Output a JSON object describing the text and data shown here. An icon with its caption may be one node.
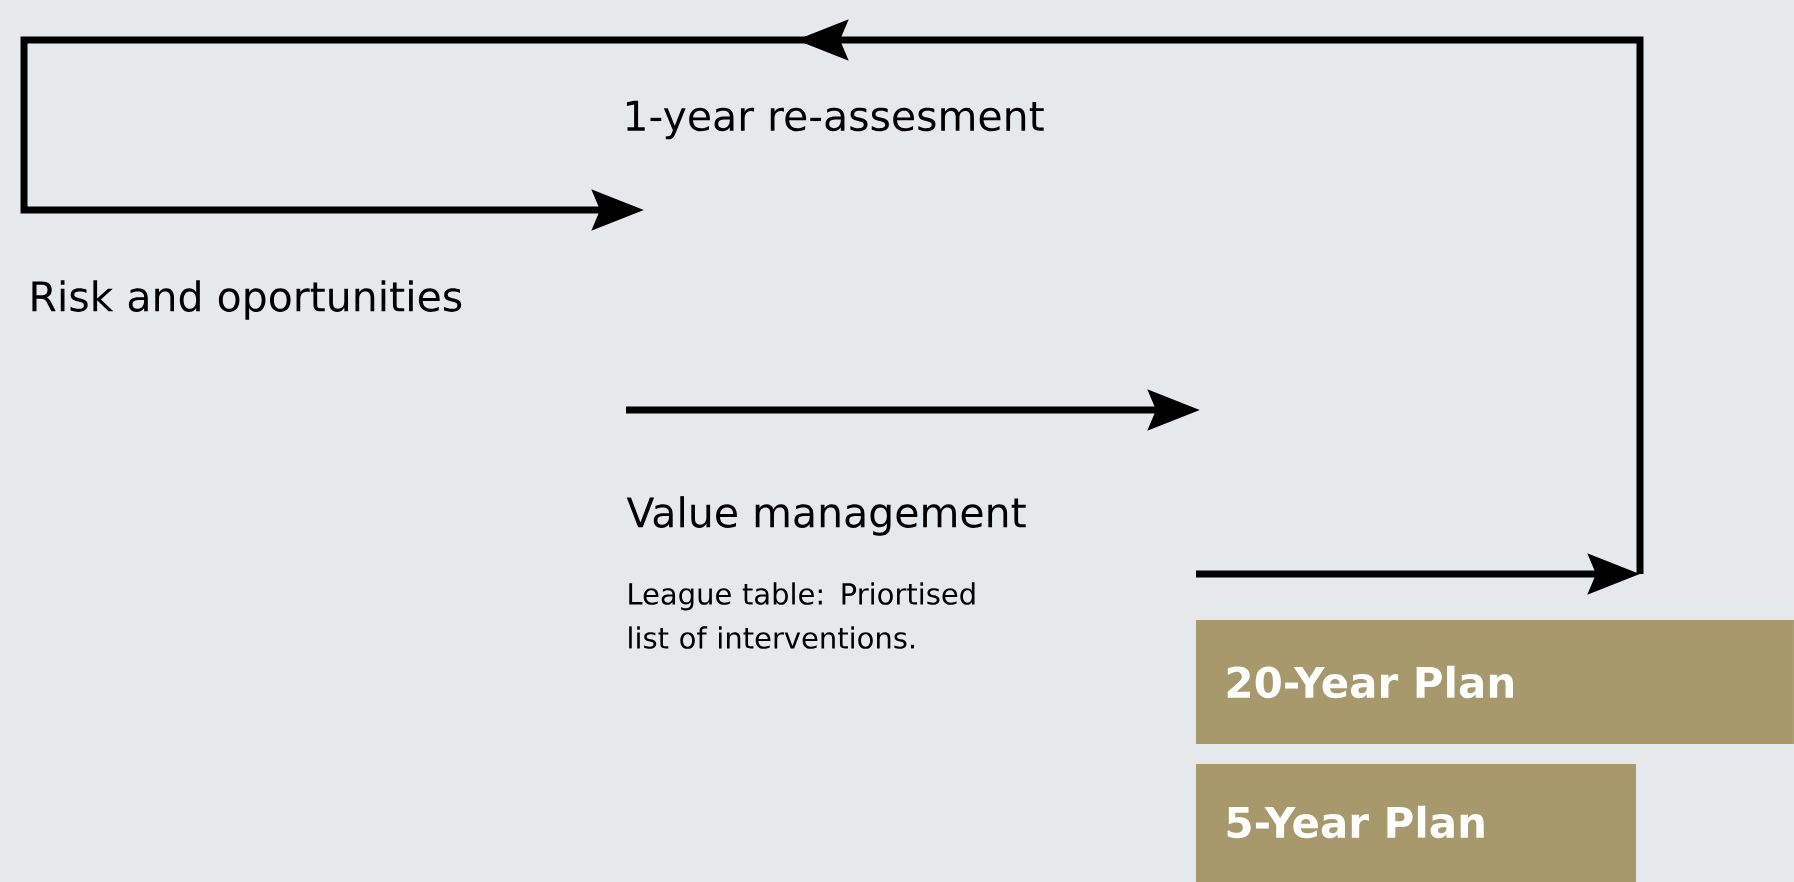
{
  "diagram": {
    "nodes": [
      {
        "text": [
          "1-year re-assesment"
        ]
      },
      {
        "text": [
          "Risk and oportunities"
        ]
      },
      {
        "text": [
          "Value management"
        ],
        "beside": [
          "League table: Priortised list of interventions."
        ]
      },
      {
        "text": [
          "20-Year Plan"
        ]
      },
      {
        "text": [
          "5-Year Plan"
        ]
      }
    ]
  }
}
